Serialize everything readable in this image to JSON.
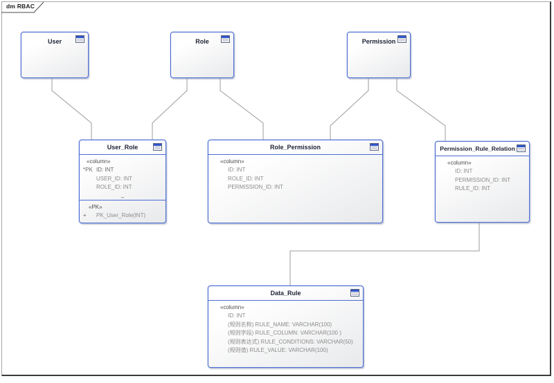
{
  "frame": {
    "label": "dm RBAC"
  },
  "colors": {
    "box_border": "#4a6cd3",
    "box_fill_top": "#ffffff",
    "box_fill_bottom": "#e8e9eb",
    "title_text": "#1d2235",
    "stereotype_text": "#4a4a4a",
    "column_text": "#8b8b8b",
    "connector": "#9b9b9b",
    "frame_border_dark": "#3a3a3a",
    "frame_border_light": "#a6a6a6",
    "icon_header_blue": "#2f55c8"
  },
  "entities": {
    "user": {
      "name": "User"
    },
    "role": {
      "name": "Role"
    },
    "permission": {
      "name": "Permission"
    },
    "user_role": {
      "name": "User_Role",
      "stereotype": "«column»",
      "columns": [
        {
          "prefix": "*PK",
          "text": "ID: INT"
        },
        {
          "prefix": "",
          "text": "USER_ID: INT"
        },
        {
          "prefix": "",
          "text": "ROLE_ID: INT"
        }
      ],
      "overflow_dash": "–",
      "pk": {
        "label": "«PK»",
        "rows": [
          {
            "prefix": "+",
            "text": "PK_User_Role(INT)"
          }
        ]
      }
    },
    "role_permission": {
      "name": "Role_Permission",
      "stereotype": "«column»",
      "columns": [
        {
          "text": "ID: INT"
        },
        {
          "text": "ROLE_ID: INT"
        },
        {
          "text": "PERMISSION_ID: INT"
        }
      ]
    },
    "permission_rule_relation": {
      "name": "Permission_Rule_Relation",
      "stereotype": "«column»",
      "columns": [
        {
          "text": "ID: INT"
        },
        {
          "text": "PERMISSION_ID: INT"
        },
        {
          "text": "RULE_ID: INT"
        }
      ]
    },
    "data_rule": {
      "name": "Data_Rule",
      "stereotype": "«column»",
      "columns": [
        {
          "text": "ID: INT"
        },
        {
          "text": "(规则名称) RULE_NAME: VARCHAR(100)"
        },
        {
          "text": "(规则字段) RULE_COLUMN: VARCHAR(100 )"
        },
        {
          "text": "(规则表达式) RULE_CONDITIONS: VARCHAR(50)"
        },
        {
          "text": "(规则值) RULE_VALUE: VARCHAR(100)"
        }
      ]
    }
  }
}
